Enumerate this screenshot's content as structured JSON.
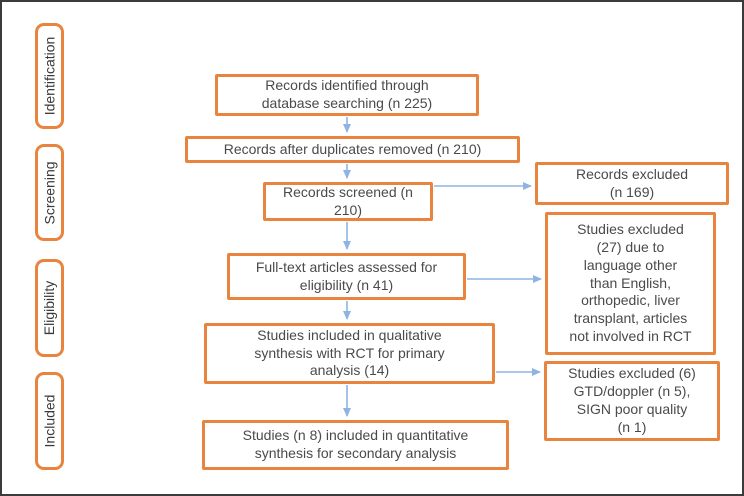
{
  "diagram": {
    "kind": "prisma-flow",
    "stages": [
      {
        "label": "Identification"
      },
      {
        "label": "Screening"
      },
      {
        "label": "Eligibility"
      },
      {
        "label": "Included"
      }
    ],
    "main_flow": [
      {
        "label": "Records identified through\ndatabase searching (n 225)"
      },
      {
        "label": "Records after duplicates removed (n 210)"
      },
      {
        "label": "Records screened (n\n210)"
      },
      {
        "label": "Full-text articles assessed for\neligibility (n 41)"
      },
      {
        "label": "Studies included in qualitative\nsynthesis with RCT for primary\nanalysis (14)"
      },
      {
        "label": "Studies (n 8) included in quantitative\nsynthesis for secondary analysis"
      }
    ],
    "exclusions": [
      {
        "label": "Records excluded\n(n 169)"
      },
      {
        "label": "Studies excluded\n(27) due to\nlanguage other\nthan English,\northopedic, liver\ntransplant, articles\nnot involved in RCT"
      },
      {
        "label": "Studies excluded (6)\nGTD/doppler (n 5),\nSIGN poor quality\n(n 1)"
      }
    ],
    "colors": {
      "box_border": "#e8843d",
      "arrow": "#8eb4e3",
      "box_text": "#4a4a4a",
      "stage_text": "#3a3a3a",
      "frame_border": "#3b3b3b"
    }
  }
}
